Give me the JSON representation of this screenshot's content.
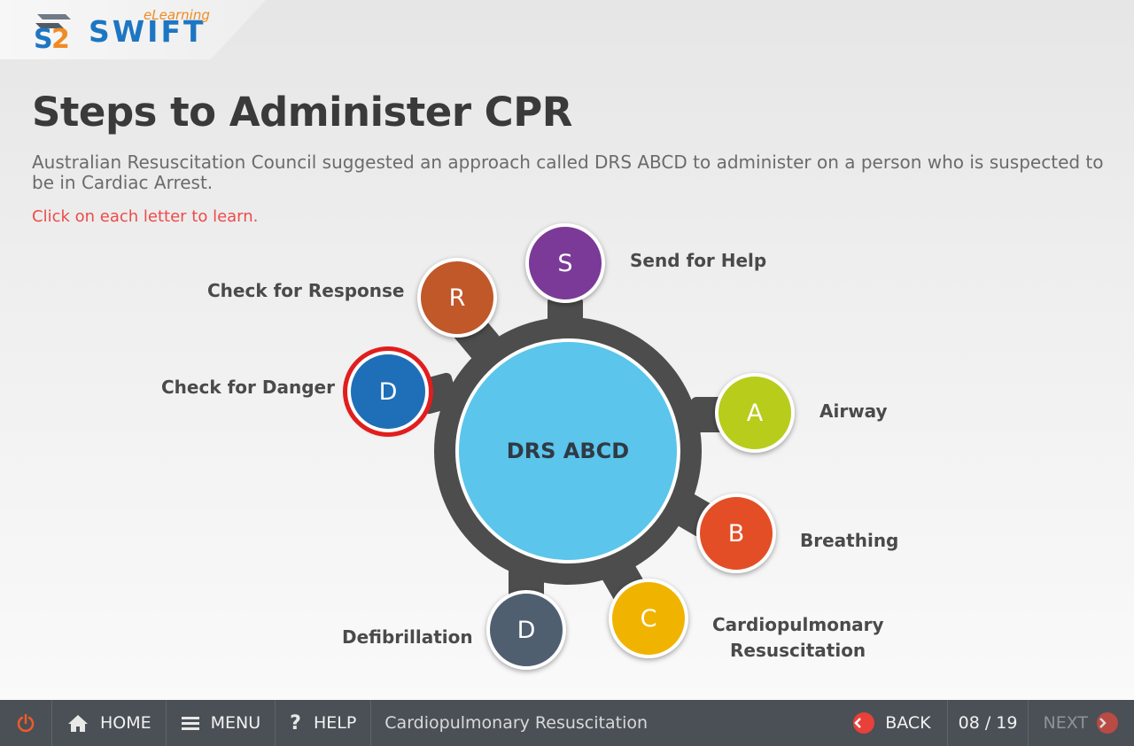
{
  "logo": {
    "brand": "SWIFT",
    "sub": "eLearning"
  },
  "page": {
    "title": "Steps to Administer CPR",
    "intro": "Australian Resuscitation Council suggested an approach called DRS ABCD to administer on a person who is suspected to be in Cardiac Arrest.",
    "instruction": "Click on each letter to learn."
  },
  "diagram": {
    "center": "DRS ABCD",
    "steps": [
      {
        "letter": "D",
        "label": "Check for Danger",
        "color": "#1e6fb8"
      },
      {
        "letter": "R",
        "label": "Check for Response",
        "color": "#c0582a"
      },
      {
        "letter": "S",
        "label": "Send for Help",
        "color": "#7b3a97"
      },
      {
        "letter": "A",
        "label": "Airway",
        "color": "#b8cc1c"
      },
      {
        "letter": "B",
        "label": "Breathing",
        "color": "#e34e26"
      },
      {
        "letter": "C",
        "label1": "Cardiopulmonary",
        "label2": "Resuscitation",
        "color": "#f0b400"
      },
      {
        "letter": "D",
        "label": "Defibrillation",
        "color": "#4f5f70"
      }
    ]
  },
  "footer": {
    "home": "HOME",
    "menu": "MENU",
    "help": "HELP",
    "course": "Cardiopulmonary Resuscitation",
    "back": "BACK",
    "page": "08 / 19",
    "next": "NEXT"
  },
  "colors": {
    "accent": "#ee4a4a",
    "footer_bg": "#4a5056",
    "center": "#5bc5eb",
    "ring": "#4d4d4d"
  }
}
